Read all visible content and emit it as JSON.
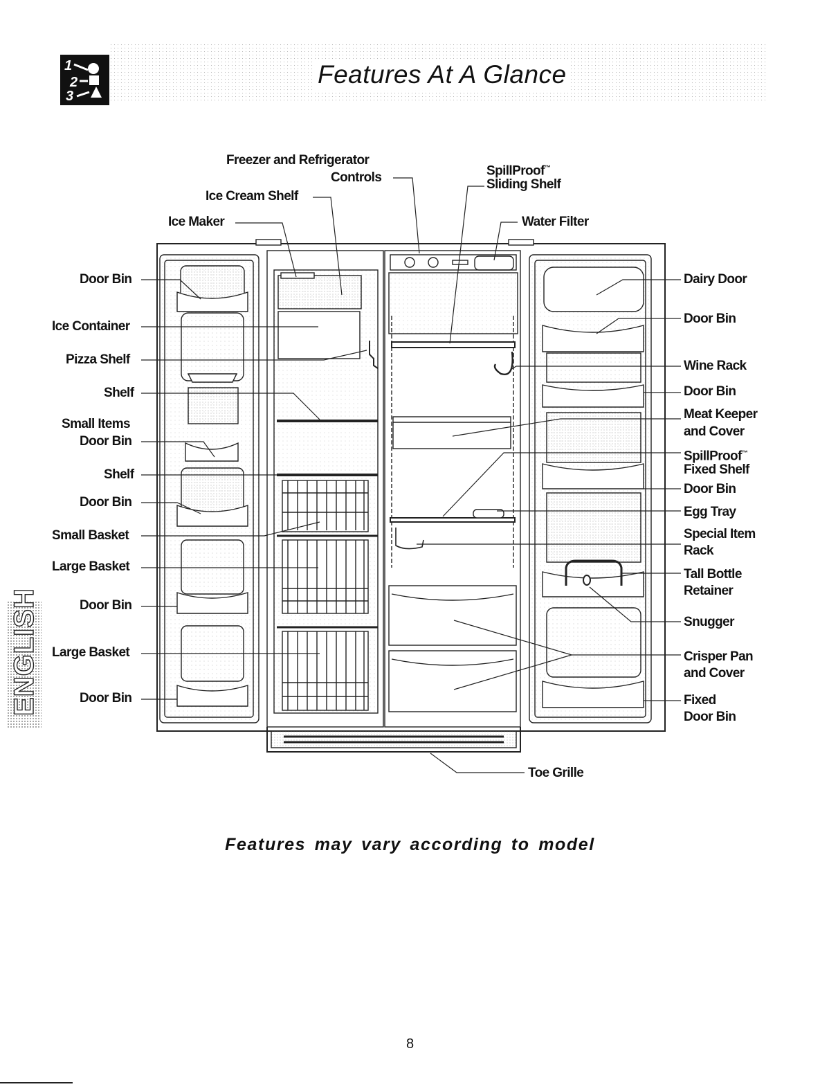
{
  "header": {
    "title": "Features At A Glance",
    "icon": "numbered-steps-icon",
    "icon_numbers": [
      "1",
      "2",
      "3"
    ]
  },
  "language_tab": {
    "label": "ENGLISH"
  },
  "labels": {
    "left": {
      "door_bin_1": "Door Bin",
      "ice_container": "Ice Container",
      "pizza_shelf": "Pizza Shelf",
      "shelf_1": "Shelf",
      "small_items_line1": "Small Items",
      "small_items_line2": "Door Bin",
      "shelf_2": "Shelf",
      "door_bin_2": "Door Bin",
      "small_basket": "Small Basket",
      "large_basket_1": "Large Basket",
      "door_bin_3": "Door Bin",
      "large_basket_2": "Large Basket",
      "door_bin_4": "Door Bin"
    },
    "top": {
      "controls_line1": "Freezer and Refrigerator",
      "controls_line2": "Controls",
      "ice_cream_shelf": "Ice Cream Shelf",
      "ice_maker": "Ice Maker",
      "sliding_shelf_line1": "SpillProof",
      "sliding_shelf_line2": "Sliding Shelf",
      "trademark": "™",
      "water_filter": "Water Filter"
    },
    "right": {
      "dairy_door": "Dairy Door",
      "door_bin_1": "Door Bin",
      "wine_rack": "Wine Rack",
      "door_bin_2": "Door Bin",
      "meat_keeper_line1": "Meat Keeper",
      "meat_keeper_line2": "and Cover",
      "fixed_shelf_line1": "SpillProof",
      "fixed_shelf_line2": "Fixed Shelf",
      "door_bin_3": "Door Bin",
      "egg_tray": "Egg Tray",
      "special_item_line1": "Special Item",
      "special_item_line2": "Rack",
      "tall_bottle_line1": "Tall Bottle",
      "tall_bottle_line2": "Retainer",
      "snugger": "Snugger",
      "crisper_line1": "Crisper Pan",
      "crisper_line2": "and Cover",
      "fixed_bin_line1": "Fixed",
      "fixed_bin_line2": "Door Bin"
    },
    "bottom": {
      "toe_grille": "Toe Grille"
    }
  },
  "caption": "Features may vary according to model",
  "page_number": "8"
}
